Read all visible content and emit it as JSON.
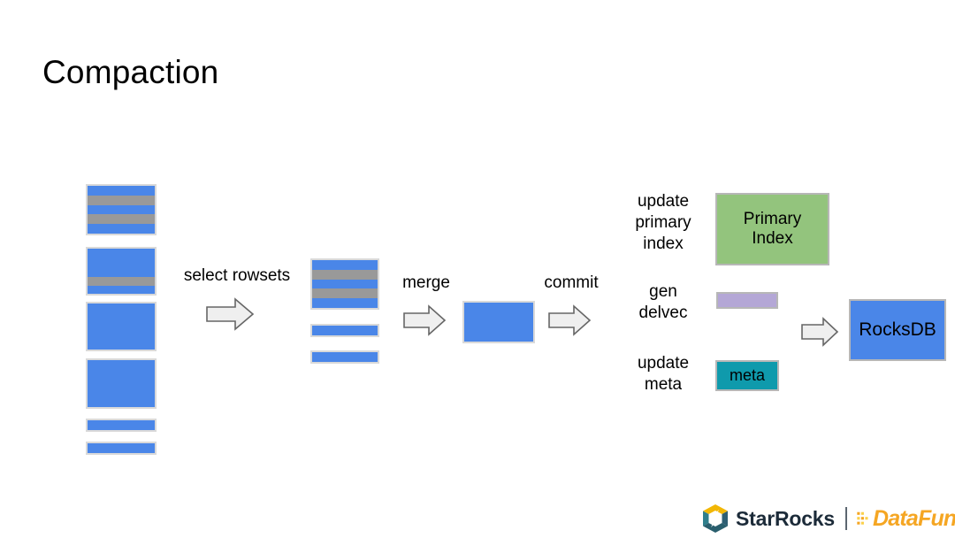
{
  "slide": {
    "title": "Compaction",
    "background": "#ffffff"
  },
  "colors": {
    "rowset_blue": "#4a86e8",
    "rowset_gray": "#999999",
    "block_border": "#d9d9d9",
    "primary_index_green": "#93c47d",
    "delvec_purple": "#b4a7d6",
    "meta_teal": "#0f9aac",
    "rocksdb_blue": "#4a86e8",
    "arrow_fill": "#efefef",
    "arrow_stroke": "#666666"
  },
  "steps": [
    {
      "id": "select-rowsets",
      "label": "select rowsets"
    },
    {
      "id": "merge",
      "label": "merge"
    },
    {
      "id": "commit",
      "label": "commit"
    },
    {
      "id": "update-primary-index",
      "label": "update\nprimary\nindex"
    },
    {
      "id": "gen-delvec",
      "label": "gen\ndelvec"
    },
    {
      "id": "update-meta",
      "label": "update\nmeta"
    }
  ],
  "source_rowsets": [
    {
      "id": 1,
      "stripes": [
        "blue",
        "gray",
        "blue",
        "gray",
        "blue"
      ],
      "height": 58
    },
    {
      "id": 2,
      "stripes": [
        "blue",
        "blue",
        "gray",
        "blue"
      ],
      "height": 55
    },
    {
      "id": 3,
      "stripes": [
        "blue"
      ],
      "height": 56
    },
    {
      "id": 4,
      "stripes": [
        "blue"
      ],
      "height": 57
    },
    {
      "id": 5,
      "stripes": [
        "blue"
      ],
      "height": 15
    },
    {
      "id": 6,
      "stripes": [
        "blue"
      ],
      "height": 15
    }
  ],
  "selected_rowsets": [
    {
      "id": 1,
      "stripes": [
        "blue",
        "gray",
        "blue",
        "gray",
        "blue"
      ],
      "height": 58
    },
    {
      "id": 2,
      "stripes": [
        "blue"
      ],
      "height": 15
    },
    {
      "id": 3,
      "stripes": [
        "blue"
      ],
      "height": 15
    }
  ],
  "merged_rowset": {
    "id": "merged",
    "label": ""
  },
  "outputs": [
    {
      "id": "primary-index",
      "label": "Primary\nIndex",
      "color": "#93c47d"
    },
    {
      "id": "delvec",
      "label": "",
      "color": "#b4a7d6"
    },
    {
      "id": "meta",
      "label": "meta",
      "color": "#0f9aac"
    }
  ],
  "storage": {
    "id": "rocksdb",
    "label": "RocksDB",
    "color": "#4a86e8"
  },
  "footer": {
    "starrocks_name": "StarRocks",
    "datafun_name": "DataFun",
    "datafun_period": "."
  }
}
